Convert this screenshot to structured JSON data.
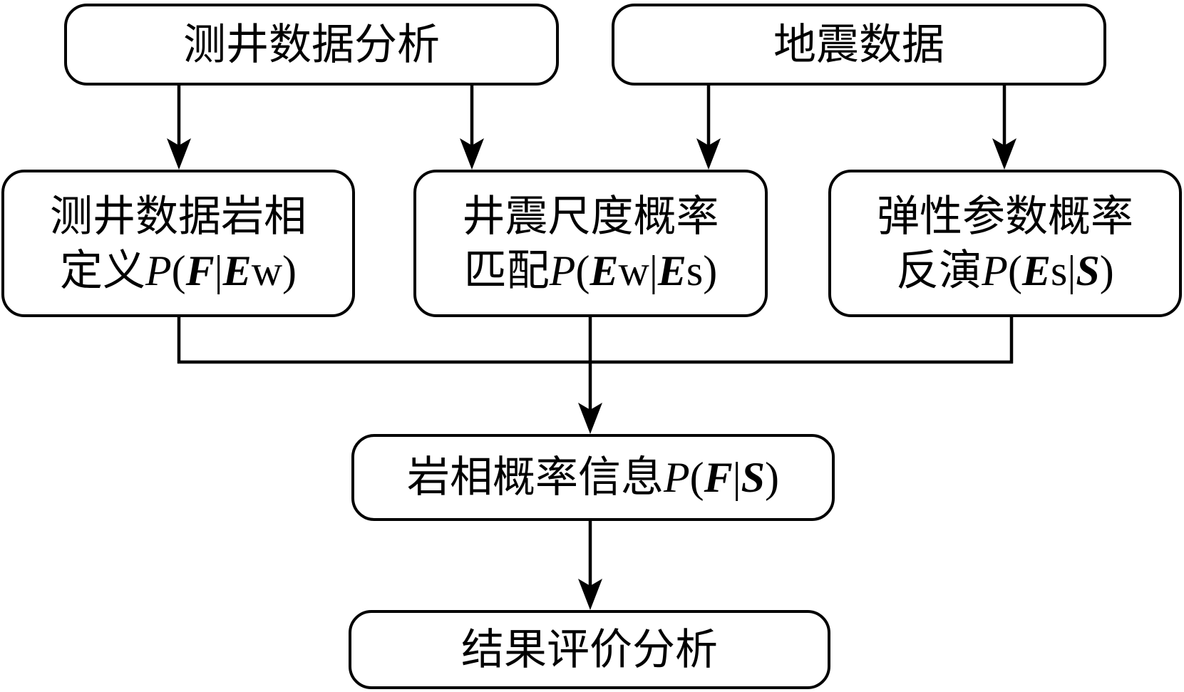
{
  "boxes": {
    "well_log_analysis": {
      "label": "测井数据分析"
    },
    "seismic_data": {
      "label": "地震数据"
    },
    "well_facies": {
      "line1": "测井数据岩相",
      "line2": [
        "定义",
        "P",
        "(",
        "F",
        "|",
        "E",
        "w",
        ")"
      ]
    },
    "scale_match": {
      "line1": "井震尺度概率",
      "line2": [
        "匹配",
        "P",
        "(",
        "E",
        "w",
        "|",
        "E",
        "s",
        ")"
      ]
    },
    "elastic_inversion": {
      "line1": "弹性参数概率",
      "line2": [
        "反演",
        "P",
        "(",
        "E",
        "s",
        "|",
        "S",
        ")"
      ]
    },
    "facies_prob": {
      "line1": [
        "岩相概率信息",
        "P",
        "(",
        "F",
        "|",
        "S",
        ")"
      ]
    },
    "evaluation": {
      "label": "结果评价分析"
    }
  },
  "colors": {
    "stroke": "#000000",
    "background": "#ffffff"
  }
}
